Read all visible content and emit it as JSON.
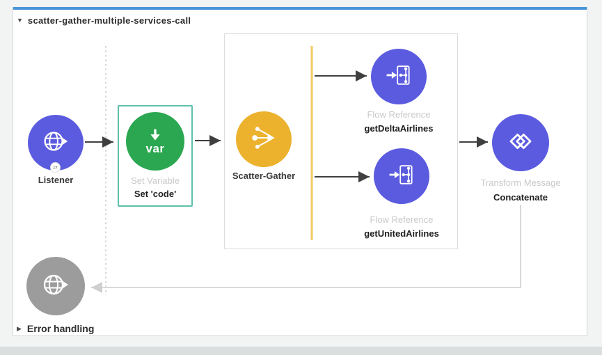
{
  "colors": {
    "indigo": "#5b5be0",
    "green": "#2ba751",
    "amber": "#ecb22e",
    "teal": "#5fc0ae",
    "blue_bar": "#4a94d8",
    "yellow_line": "#f2cb61",
    "gray_node": "#9c9c9c",
    "wire_dark": "#3f3f3f",
    "wire_light": "#d9d9d9"
  },
  "flow": {
    "title": "scatter-gather-multiple-services-call",
    "error_handling": {
      "label": "Error handling"
    }
  },
  "nodes": {
    "listener": {
      "label": "Listener"
    },
    "set_variable": {
      "type_label": "Set Variable",
      "name": "Set 'code'",
      "icon_text": "var"
    },
    "scatter_gather": {
      "label": "Scatter-Gather"
    },
    "flow_reference_delta": {
      "type_label": "Flow Reference",
      "name": "getDeltaAirlines"
    },
    "flow_reference_united": {
      "type_label": "Flow Reference",
      "name": "getUnitedAirlines"
    },
    "transform_message": {
      "type_label": "Transform Message",
      "name": "Concatenate"
    }
  }
}
